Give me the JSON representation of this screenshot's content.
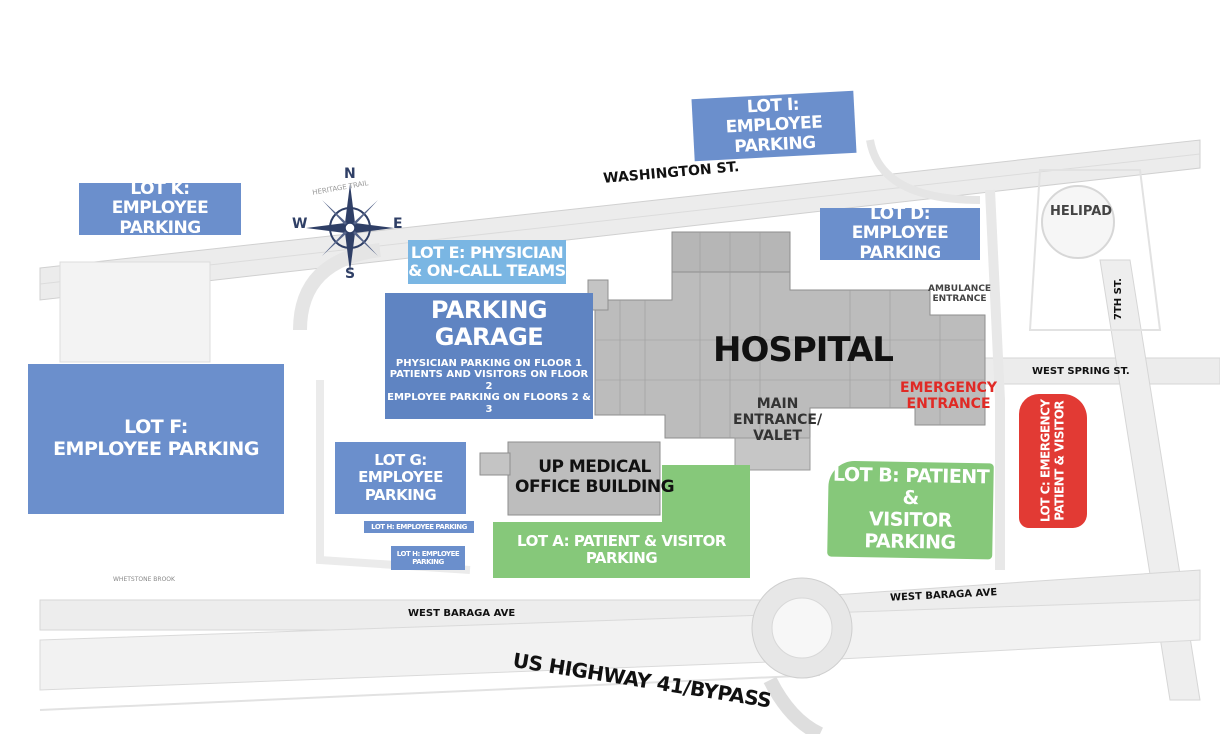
{
  "colors": {
    "lot_blue": "#6b8fcc",
    "lot_lightblue": "#7ab6e3",
    "garage": "#5f84c2",
    "lot_green": "#86c87a",
    "lot_red": "#e23a34",
    "building": "#b9b9b9",
    "road": "#e9e9e9"
  },
  "lots": {
    "lot_i": {
      "line1": "LOT I:",
      "line2": "EMPLOYEE PARKING"
    },
    "lot_k": {
      "line1": "LOT K:",
      "line2": "EMPLOYEE PARKING"
    },
    "lot_d": {
      "line1": "LOT D:",
      "line2": "EMPLOYEE PARKING"
    },
    "lot_e": {
      "line1": "LOT E: PHYSICIAN",
      "line2": "& ON-CALL TEAMS"
    },
    "lot_f": {
      "line1": "LOT F:",
      "line2": "EMPLOYEE PARKING"
    },
    "lot_g": {
      "line1": "LOT G:",
      "line2": "EMPLOYEE PARKING"
    },
    "lot_h1": {
      "line1": "LOT H: EMPLOYEE PARKING"
    },
    "lot_h2": {
      "line1": "LOT H: EMPLOYEE",
      "line2": "PARKING"
    },
    "lot_a": {
      "line1": "LOT A: PATIENT & VISITOR PARKING"
    },
    "lot_b": {
      "line1": "LOT B: PATIENT &",
      "line2": "VISITOR PARKING"
    },
    "lot_c": {
      "line1": "LOT C: EMERGENCY",
      "line2": "PATIENT & VISITOR"
    }
  },
  "garage": {
    "title1": "PARKING",
    "title2": "GARAGE",
    "notes": [
      "PHYSICIAN PARKING ON FLOOR 1",
      "PATIENTS AND VISITORS ON FLOOR 2",
      "EMPLOYEE PARKING ON FLOORS 2 & 3"
    ]
  },
  "buildings": {
    "hospital": "HOSPITAL",
    "medical_office_1": "UP MEDICAL",
    "medical_office_2": "OFFICE BUILDING",
    "main_entrance": [
      "MAIN",
      "ENTRANCE/",
      "VALET"
    ],
    "emergency_entrance": [
      "EMERGENCY",
      "ENTRANCE"
    ],
    "ambulance_entrance": [
      "AMBULANCE",
      "ENTRANCE"
    ],
    "helipad": "HELIPAD"
  },
  "roads": {
    "washington": "WASHINGTON ST.",
    "west_spring": "WEST SPRING ST.",
    "seventh": "7TH ST.",
    "west_baraga_left": "WEST BARAGA AVE",
    "west_baraga_right": "WEST BARAGA AVE",
    "highway": "US HIGHWAY 41/BYPASS",
    "heritage_trail": "HERITAGE TRAIL",
    "whetstone": "WHETSTONE BROOK"
  },
  "compass": {
    "n": "N",
    "s": "S",
    "e": "E",
    "w": "W"
  }
}
